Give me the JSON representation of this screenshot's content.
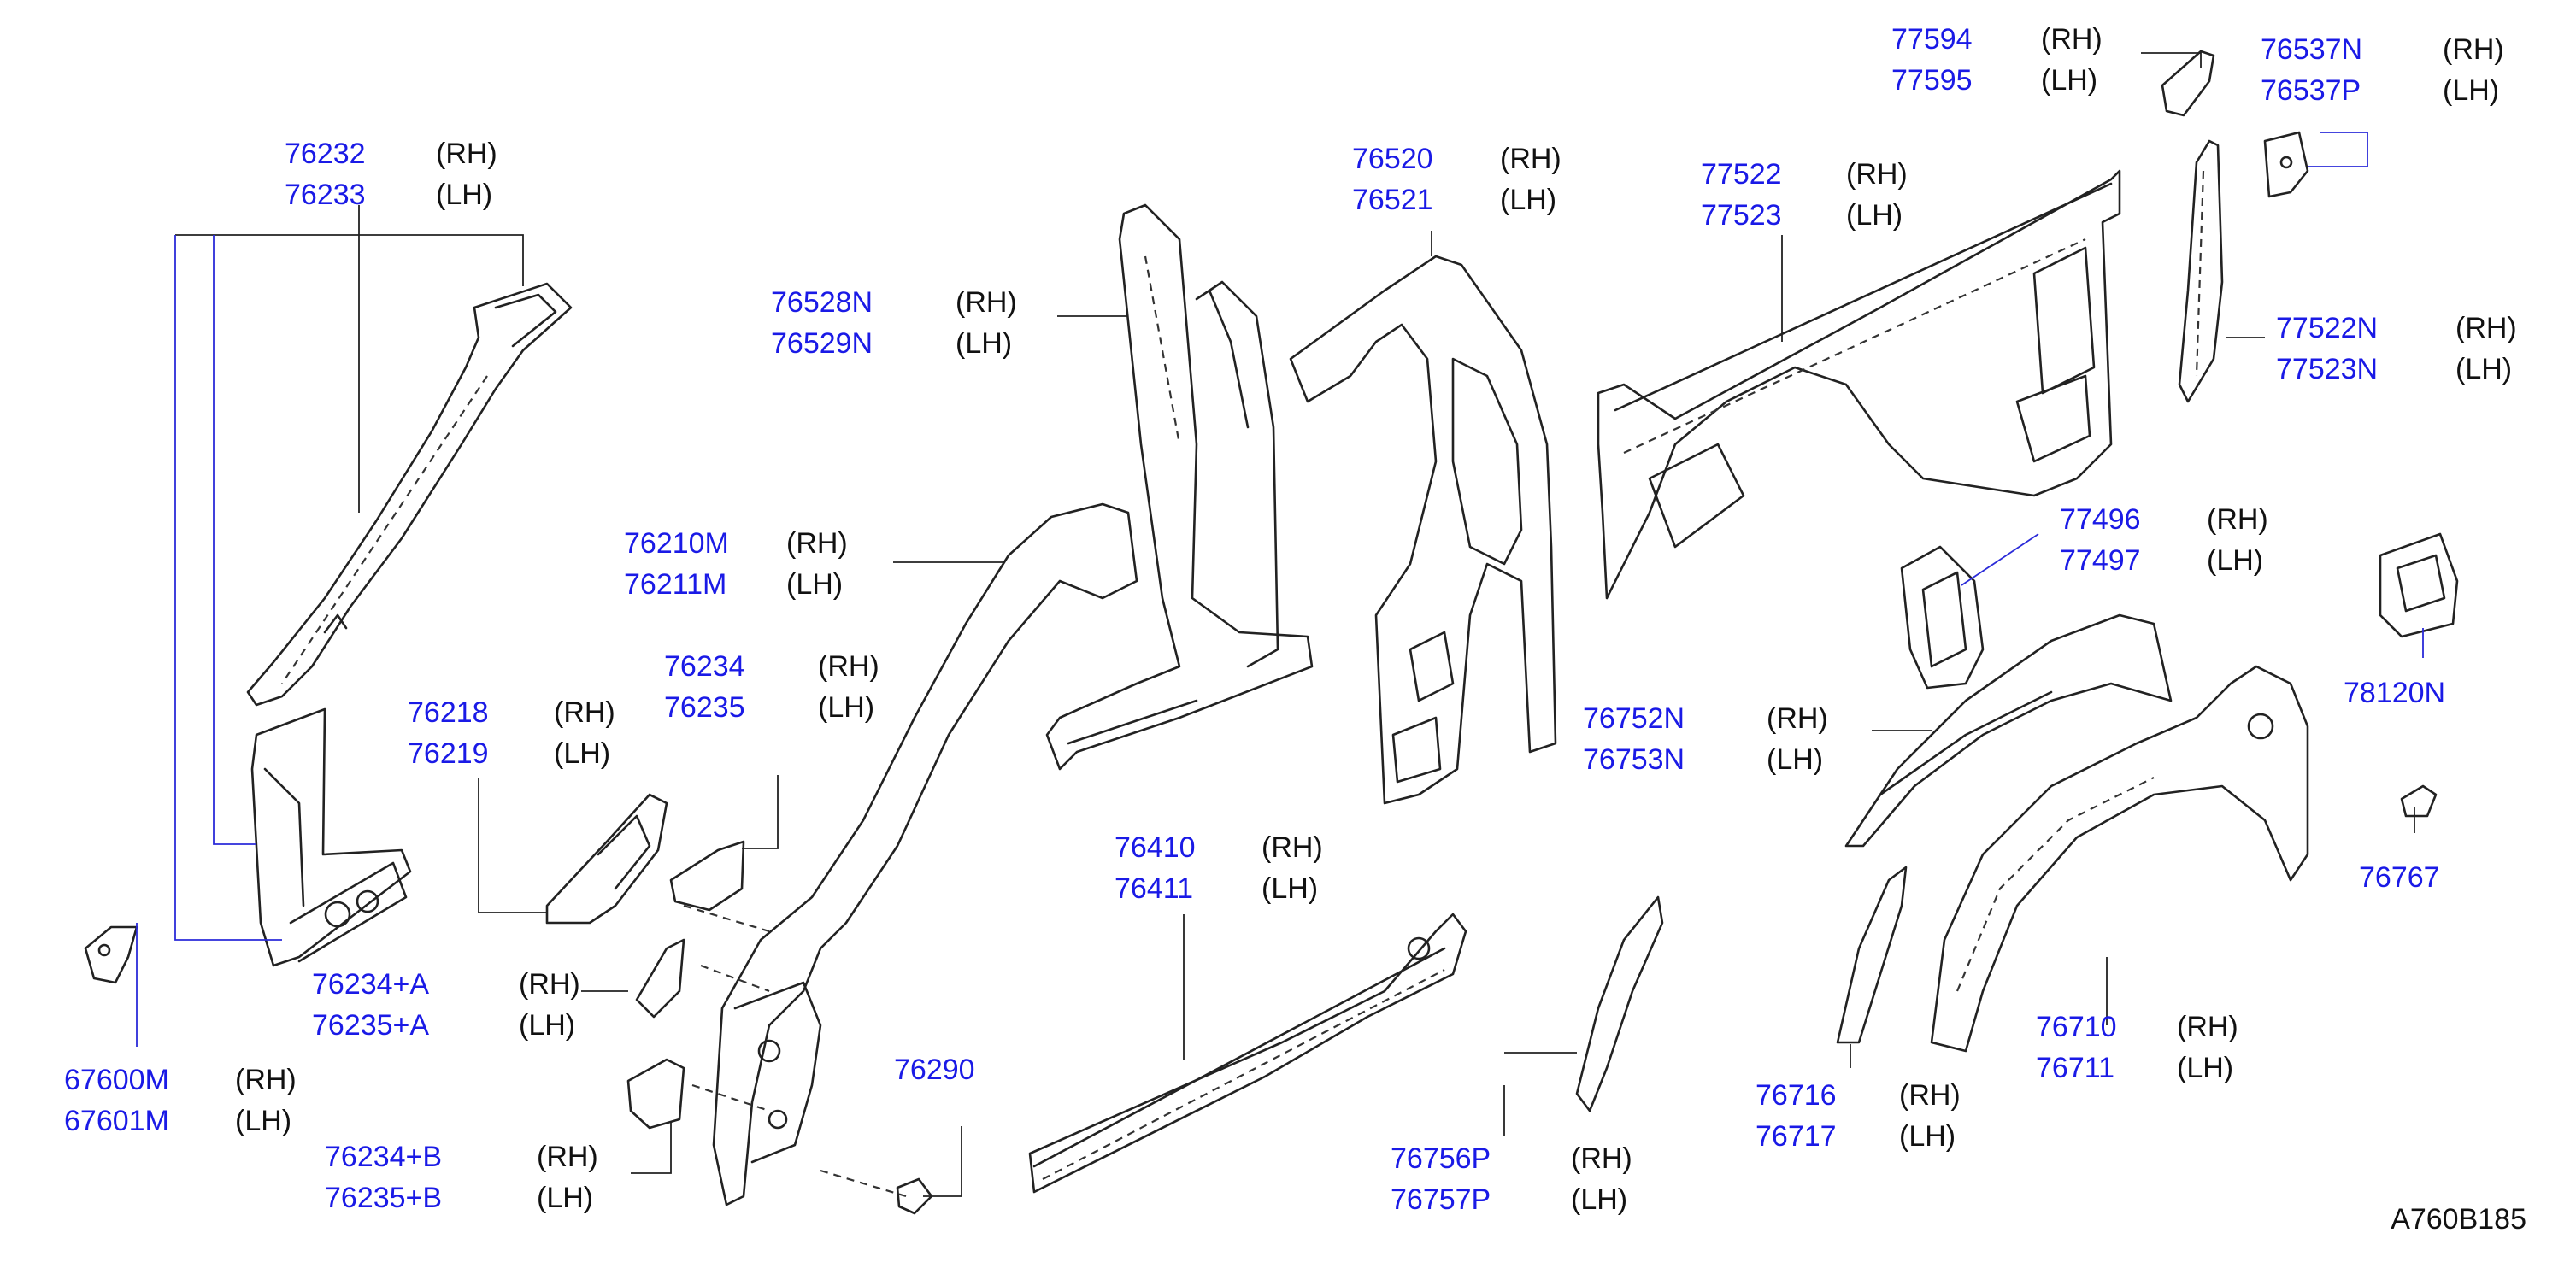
{
  "diagram_code": "A760B185",
  "colors": {
    "part_number": "#1a1ae6",
    "side_label": "#111111",
    "line": "#222222"
  },
  "callouts": [
    {
      "id": "76232",
      "rh": "76232",
      "lh": "76233",
      "rh_side": "(RH)",
      "lh_side": "(LH)"
    },
    {
      "id": "76234A",
      "rh": "76234+A",
      "lh": "76235+A",
      "rh_side": "(RH)",
      "lh_side": "(LH)"
    },
    {
      "id": "67600M",
      "rh": "67600M",
      "lh": "67601M",
      "rh_side": "(RH)",
      "lh_side": "(LH)"
    },
    {
      "id": "76218",
      "rh": "76218",
      "lh": "76219",
      "rh_side": "(RH)",
      "lh_side": "(LH)"
    },
    {
      "id": "76234",
      "rh": "76234",
      "lh": "76235",
      "rh_side": "(RH)",
      "lh_side": "(LH)"
    },
    {
      "id": "76210M",
      "rh": "76210M",
      "lh": "76211M",
      "rh_side": "(RH)",
      "lh_side": "(LH)"
    },
    {
      "id": "76528N",
      "rh": "76528N",
      "lh": "76529N",
      "rh_side": "(RH)",
      "lh_side": "(LH)"
    },
    {
      "id": "76520",
      "rh": "76520",
      "lh": "76521",
      "rh_side": "(RH)",
      "lh_side": "(LH)"
    },
    {
      "id": "76234B",
      "rh": "76234+B",
      "lh": "76235+B",
      "rh_side": "(RH)",
      "lh_side": "(LH)"
    },
    {
      "id": "76290",
      "rh": "76290"
    },
    {
      "id": "76410",
      "rh": "76410",
      "lh": "76411",
      "rh_side": "(RH)",
      "lh_side": "(LH)"
    },
    {
      "id": "76756P",
      "rh": "76756P",
      "lh": "76757P",
      "rh_side": "(RH)",
      "lh_side": "(LH)"
    },
    {
      "id": "77522",
      "rh": "77522",
      "lh": "77523",
      "rh_side": "(RH)",
      "lh_side": "(LH)"
    },
    {
      "id": "77594",
      "rh": "77594",
      "lh": "77595",
      "rh_side": "(RH)",
      "lh_side": "(LH)"
    },
    {
      "id": "76537N",
      "rh": "76537N",
      "lh": "76537P",
      "rh_side": "(RH)",
      "lh_side": "(LH)"
    },
    {
      "id": "77522N",
      "rh": "77522N",
      "lh": "77523N",
      "rh_side": "(RH)",
      "lh_side": "(LH)"
    },
    {
      "id": "77496",
      "rh": "77496",
      "lh": "77497",
      "rh_side": "(RH)",
      "lh_side": "(LH)"
    },
    {
      "id": "78120N",
      "rh": "78120N"
    },
    {
      "id": "76752N",
      "rh": "76752N",
      "lh": "76753N",
      "rh_side": "(RH)",
      "lh_side": "(LH)"
    },
    {
      "id": "76767",
      "rh": "76767"
    },
    {
      "id": "76710",
      "rh": "76710",
      "lh": "76711",
      "rh_side": "(RH)",
      "lh_side": "(LH)"
    },
    {
      "id": "76716",
      "rh": "76716",
      "lh": "76717",
      "rh_side": "(RH)",
      "lh_side": "(LH)"
    }
  ]
}
